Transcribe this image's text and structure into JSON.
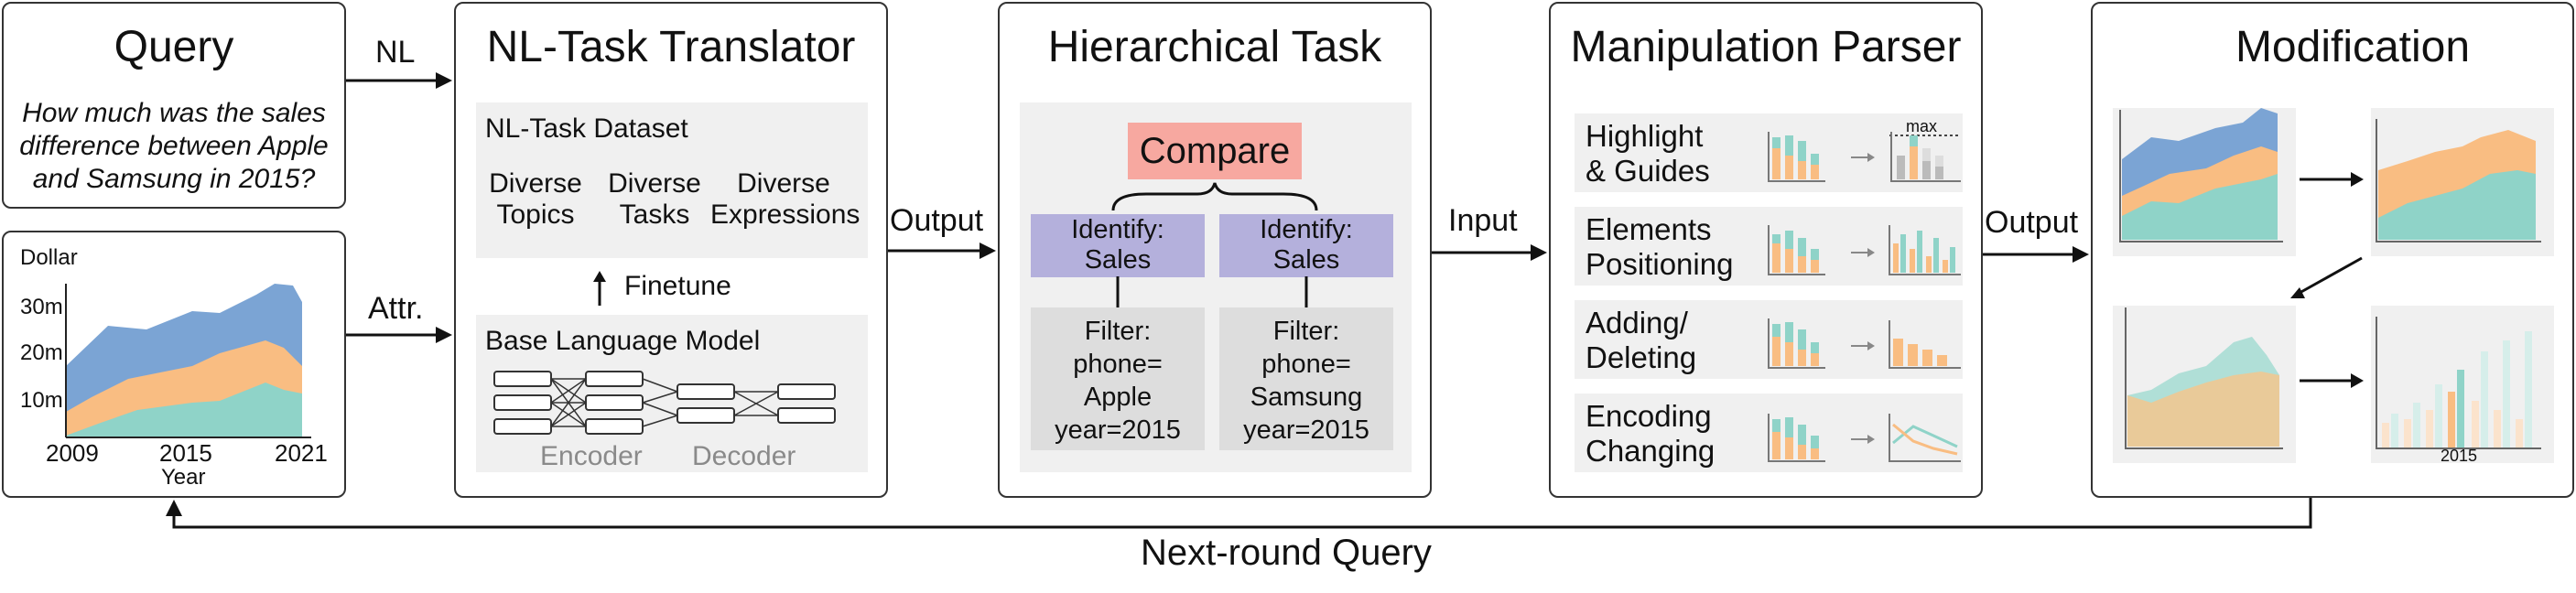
{
  "query": {
    "title": "Query",
    "question": [
      "How much was the sales",
      "difference between Apple",
      "and Samsung in 2015?"
    ]
  },
  "mini_chart": {
    "ylabel": "Dollar",
    "yticks": [
      "30m",
      "20m",
      "10m"
    ],
    "xticks": [
      "2009",
      "2015",
      "2021"
    ],
    "xlabel": "Year",
    "colors": {
      "teal": "#8fd3c8",
      "orange": "#f9bd82",
      "blue": "#7ba4d4"
    }
  },
  "edges": {
    "nl": "NL",
    "attr": "Attr.",
    "output1": "Output",
    "input": "Input",
    "output2": "Output",
    "next_round": "Next-round Query"
  },
  "translator": {
    "title": "NL-Task Translator",
    "dataset_title": "NL-Task Dataset",
    "items": [
      {
        "l1": "Diverse",
        "l2": "Topics"
      },
      {
        "l1": "Diverse",
        "l2": "Tasks"
      },
      {
        "l1": "Diverse",
        "l2": "Expressions"
      }
    ],
    "finetune": "Finetune",
    "base_model": "Base Language Model",
    "encoder": "Encoder",
    "decoder": "Decoder"
  },
  "hierarchical": {
    "title": "Hierarchical Task",
    "compare": "Compare",
    "identify": [
      "Identify:",
      "Sales"
    ],
    "filter_left": [
      "Filter:",
      "phone=",
      "Apple",
      "year=2015"
    ],
    "filter_right": [
      "Filter:",
      "phone=",
      "Samsung",
      "year=2015"
    ],
    "colors": {
      "compare": "#f7a8a0",
      "identify": "#b4b0dc",
      "filter": "#dddddd"
    }
  },
  "parser": {
    "title": "Manipulation Parser",
    "rows": [
      {
        "l1": "Highlight",
        "l2": "& Guides"
      },
      {
        "l1": "Elements",
        "l2": "Positioning"
      },
      {
        "l1": "Adding/",
        "l2": "Deleting"
      },
      {
        "l1": "Encoding",
        "l2": "Changing"
      }
    ],
    "max_label": "max"
  },
  "modification": {
    "title": "Modification",
    "year_label": "2015"
  }
}
